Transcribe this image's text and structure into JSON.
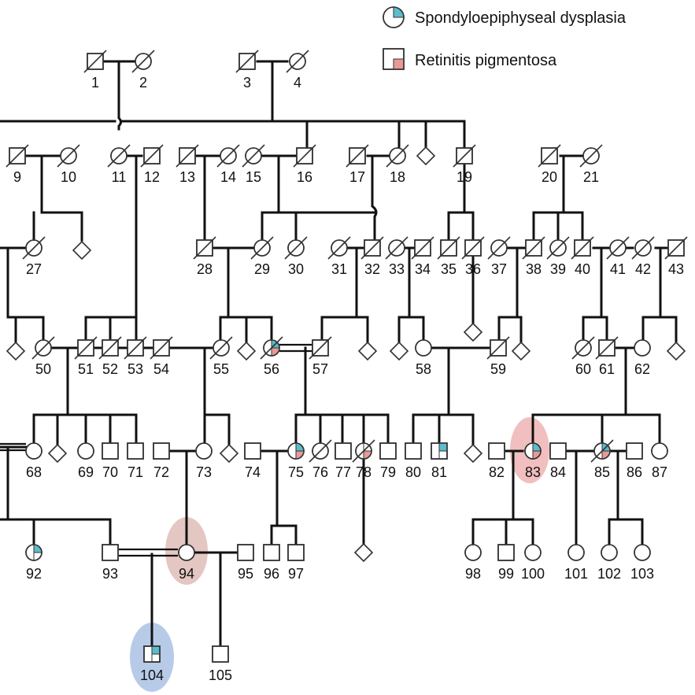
{
  "legend": {
    "spondylo_label": "Spondyloepiphyseal dysplasia",
    "retinitis_label": "Retinitis pigmentosa",
    "spondylo_color": "#5bbccc",
    "retinitis_color": "#e79a98"
  },
  "highlight_colors": {
    "retinitis": "#e58b8b",
    "inbreeding": "#c98f88",
    "proband": "#6f97d4"
  },
  "individuals": [
    {
      "id": "1",
      "sex": "m",
      "deceased": true
    },
    {
      "id": "2",
      "sex": "f",
      "deceased": true
    },
    {
      "id": "3",
      "sex": "m",
      "deceased": true
    },
    {
      "id": "4",
      "sex": "f",
      "deceased": true
    },
    {
      "id": "9",
      "sex": "m",
      "deceased": true
    },
    {
      "id": "10",
      "sex": "f",
      "deceased": true
    },
    {
      "id": "11",
      "sex": "f",
      "deceased": true
    },
    {
      "id": "12",
      "sex": "m",
      "deceased": true
    },
    {
      "id": "13",
      "sex": "m",
      "deceased": true
    },
    {
      "id": "14",
      "sex": "f",
      "deceased": true
    },
    {
      "id": "15",
      "sex": "f",
      "deceased": true
    },
    {
      "id": "16",
      "sex": "m",
      "deceased": true
    },
    {
      "id": "17",
      "sex": "m",
      "deceased": true
    },
    {
      "id": "18",
      "sex": "f",
      "deceased": true
    },
    {
      "id": "19",
      "sex": "m",
      "deceased": true
    },
    {
      "id": "20",
      "sex": "m",
      "deceased": true
    },
    {
      "id": "21",
      "sex": "f",
      "deceased": true
    },
    {
      "id": "27",
      "sex": "f",
      "deceased": true
    },
    {
      "id": "28",
      "sex": "m",
      "deceased": true
    },
    {
      "id": "29",
      "sex": "f",
      "deceased": true
    },
    {
      "id": "30",
      "sex": "f",
      "deceased": true
    },
    {
      "id": "31",
      "sex": "f",
      "deceased": true
    },
    {
      "id": "32",
      "sex": "m",
      "deceased": true
    },
    {
      "id": "33",
      "sex": "f",
      "deceased": true
    },
    {
      "id": "34",
      "sex": "m",
      "deceased": true
    },
    {
      "id": "35",
      "sex": "m",
      "deceased": true
    },
    {
      "id": "36",
      "sex": "m",
      "deceased": true
    },
    {
      "id": "37",
      "sex": "f",
      "deceased": true
    },
    {
      "id": "38",
      "sex": "m",
      "deceased": true
    },
    {
      "id": "39",
      "sex": "f",
      "deceased": true
    },
    {
      "id": "40",
      "sex": "m",
      "deceased": true
    },
    {
      "id": "41",
      "sex": "f",
      "deceased": true
    },
    {
      "id": "42",
      "sex": "f",
      "deceased": true
    },
    {
      "id": "43",
      "sex": "m",
      "deceased": true
    },
    {
      "id": "50",
      "sex": "f",
      "deceased": true
    },
    {
      "id": "51",
      "sex": "m",
      "deceased": true
    },
    {
      "id": "52",
      "sex": "m",
      "deceased": true
    },
    {
      "id": "53",
      "sex": "m",
      "deceased": true
    },
    {
      "id": "54",
      "sex": "m",
      "deceased": true
    },
    {
      "id": "55",
      "sex": "f",
      "deceased": true
    },
    {
      "id": "56",
      "sex": "f",
      "deceased": true,
      "spondylo": true,
      "retinitis": true
    },
    {
      "id": "57",
      "sex": "m",
      "deceased": true
    },
    {
      "id": "58",
      "sex": "f"
    },
    {
      "id": "59",
      "sex": "m",
      "deceased": true
    },
    {
      "id": "60",
      "sex": "f",
      "deceased": true
    },
    {
      "id": "61",
      "sex": "m",
      "deceased": true
    },
    {
      "id": "62",
      "sex": "f"
    },
    {
      "id": "68",
      "sex": "f"
    },
    {
      "id": "69",
      "sex": "f"
    },
    {
      "id": "70",
      "sex": "m"
    },
    {
      "id": "71",
      "sex": "m"
    },
    {
      "id": "72",
      "sex": "m"
    },
    {
      "id": "73",
      "sex": "f"
    },
    {
      "id": "74",
      "sex": "m"
    },
    {
      "id": "75",
      "sex": "f",
      "spondylo": true,
      "retinitis": true
    },
    {
      "id": "76",
      "sex": "f",
      "deceased": true
    },
    {
      "id": "77",
      "sex": "m"
    },
    {
      "id": "78",
      "sex": "f",
      "deceased": true,
      "retinitis": true
    },
    {
      "id": "79",
      "sex": "m"
    },
    {
      "id": "80",
      "sex": "m"
    },
    {
      "id": "81",
      "sex": "m",
      "spondylo": true
    },
    {
      "id": "82",
      "sex": "m"
    },
    {
      "id": "83",
      "sex": "f",
      "spondylo": true,
      "retinitis": true
    },
    {
      "id": "84",
      "sex": "m"
    },
    {
      "id": "85",
      "sex": "f",
      "deceased": true,
      "spondylo": true,
      "retinitis": true
    },
    {
      "id": "86",
      "sex": "m"
    },
    {
      "id": "87",
      "sex": "f"
    },
    {
      "id": "92",
      "sex": "f",
      "spondylo": true
    },
    {
      "id": "93",
      "sex": "m"
    },
    {
      "id": "94",
      "sex": "f"
    },
    {
      "id": "95",
      "sex": "m"
    },
    {
      "id": "96",
      "sex": "m"
    },
    {
      "id": "97",
      "sex": "m"
    },
    {
      "id": "98",
      "sex": "f"
    },
    {
      "id": "99",
      "sex": "m"
    },
    {
      "id": "100",
      "sex": "f"
    },
    {
      "id": "101",
      "sex": "f"
    },
    {
      "id": "102",
      "sex": "f"
    },
    {
      "id": "103",
      "sex": "f"
    },
    {
      "id": "104",
      "sex": "m",
      "spondylo": true
    },
    {
      "id": "105",
      "sex": "m"
    }
  ]
}
